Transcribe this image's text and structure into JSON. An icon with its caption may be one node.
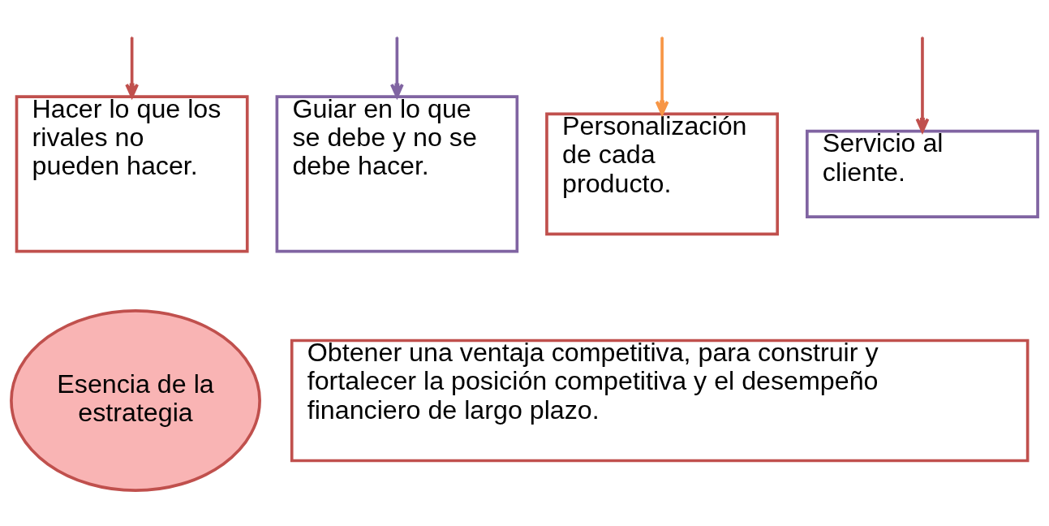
{
  "diagram": {
    "nodes": [
      {
        "text": [
          "Hacer lo que los rivales no pueden hacer."
        ]
      },
      {
        "text": [
          "Guiar en lo que se debe y no se debe hacer."
        ]
      },
      {
        "text": [
          "Personalización de cada producto."
        ]
      },
      {
        "text": [
          "Servicio al cliente."
        ]
      },
      {
        "text": [
          "Esencia de la estrategia"
        ]
      },
      {
        "text": [
          "Obtener una ventaja competitiva, para construir y fortalecer la posición competitiva y el desempeño financiero de largo plazo."
        ]
      }
    ],
    "edges": [
      {
        "from": null,
        "to": 0,
        "arrow": "to"
      },
      {
        "from": null,
        "to": 1,
        "arrow": "to",
        "color": "#8064a2"
      },
      {
        "from": null,
        "to": 2,
        "arrow": "to",
        "color": "#f79646"
      },
      {
        "from": null,
        "to": 3,
        "arrow": "to"
      }
    ]
  }
}
